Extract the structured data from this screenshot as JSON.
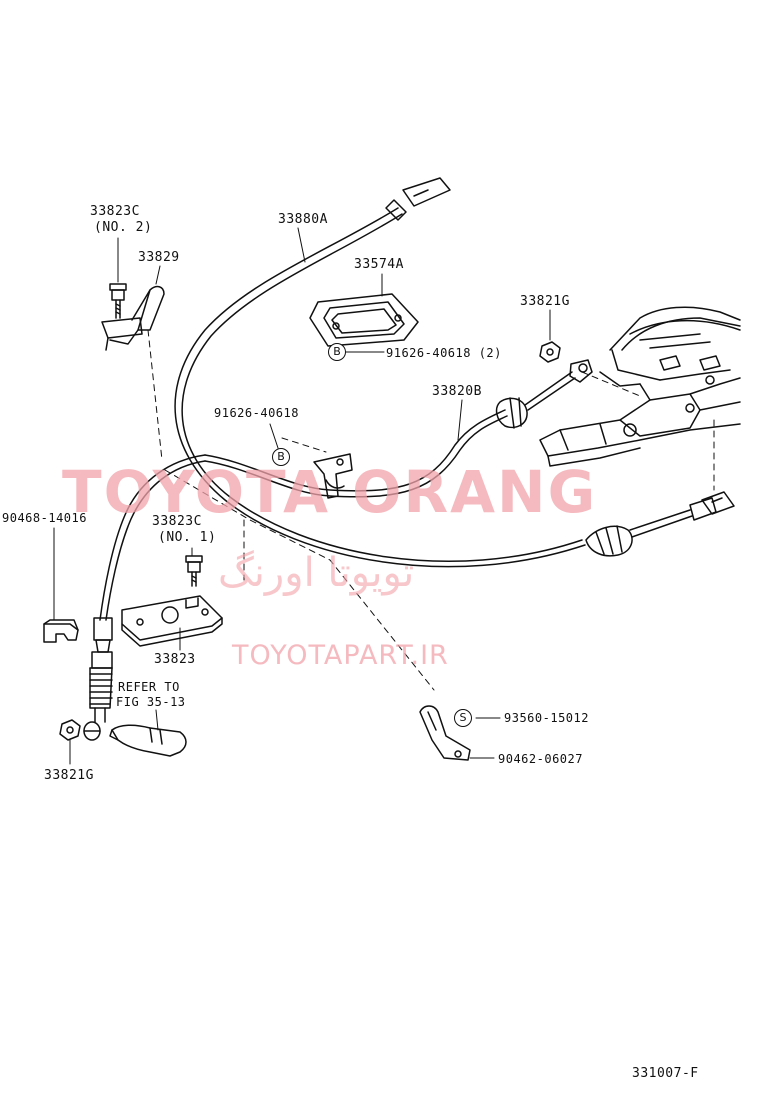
{
  "labels": {
    "p33823c_no2_a": "33823C",
    "p33823c_no2_b": "(NO. 2)",
    "p33829": "33829",
    "p33880a": "33880A",
    "p33574a": "33574A",
    "p33821g_top": "33821G",
    "p91626_top": "91626-40618 (2)",
    "p33820b": "33820B",
    "p91626_mid": "91626-40618",
    "p90468": "90468-14016",
    "p33823c_no1_a": "33823C",
    "p33823c_no1_b": "(NO. 1)",
    "p33823": "33823",
    "refer_a": "REFER TO",
    "refer_b": "FIG 35-13",
    "p33821g_bottom": "33821G",
    "p93560": "93560-15012",
    "p90462": "90462-06027",
    "figure_code": "331007-F"
  },
  "markers": {
    "b_top": "B",
    "b_mid": "B",
    "s": "S"
  },
  "watermark": {
    "brand": "TOYOTA ORANG",
    "persian": "تویوتا اورنگ",
    "url": "TOYOTAPART.IR",
    "color": "#f2a3aa"
  }
}
